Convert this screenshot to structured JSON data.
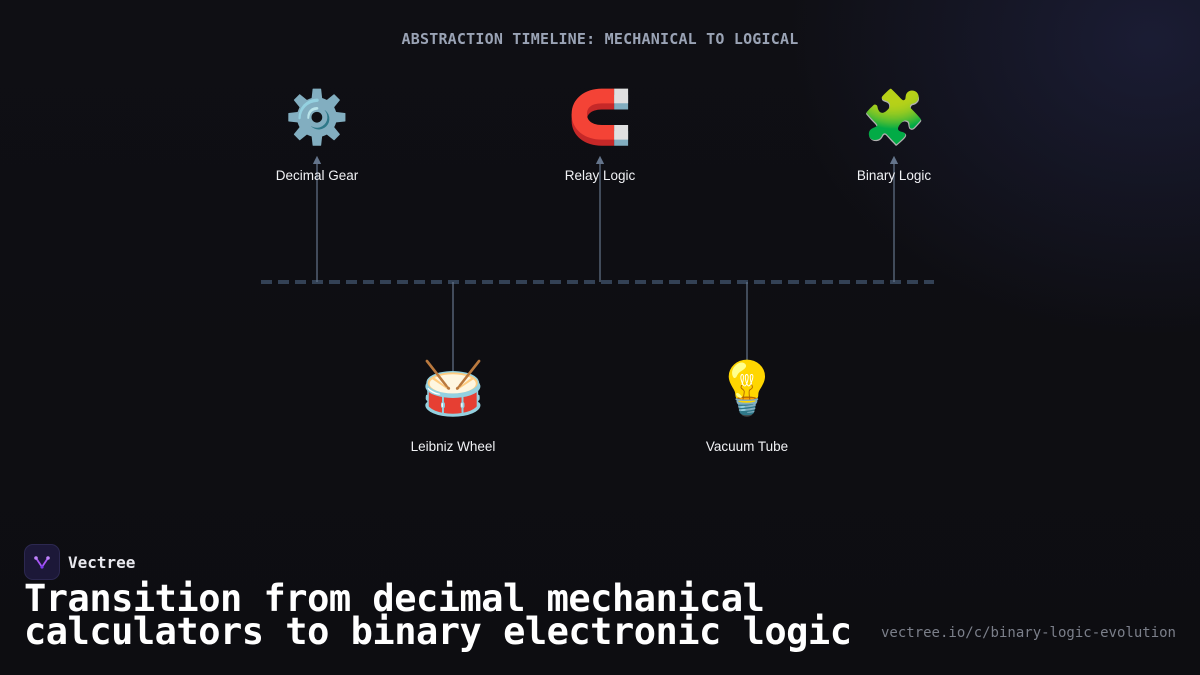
{
  "diagram": {
    "title": "ABSTRACTION TIMELINE: MECHANICAL TO LOGICAL",
    "nodes_above": [
      {
        "icon": "⚙️",
        "icon_name": "gear-icon",
        "label": "Decimal Gear"
      },
      {
        "icon": "🧲",
        "icon_name": "magnet-icon",
        "label": "Relay Logic"
      },
      {
        "icon": "🧩",
        "icon_name": "puzzle-piece-icon",
        "label": "Binary Logic"
      }
    ],
    "nodes_below": [
      {
        "icon": "🥁",
        "icon_name": "drum-icon",
        "label": "Leibniz Wheel"
      },
      {
        "icon": "💡",
        "icon_name": "light-bulb-icon",
        "label": "Vacuum Tube"
      }
    ],
    "colors": {
      "axis": "#334155",
      "connector": "#64748b"
    }
  },
  "brand": {
    "name": "Vectree",
    "logo_icon": "vectree-logo-icon"
  },
  "headline": "Transition from decimal mechanical calculators to binary electronic logic",
  "url": "vectree.io/c/binary-logic-evolution"
}
